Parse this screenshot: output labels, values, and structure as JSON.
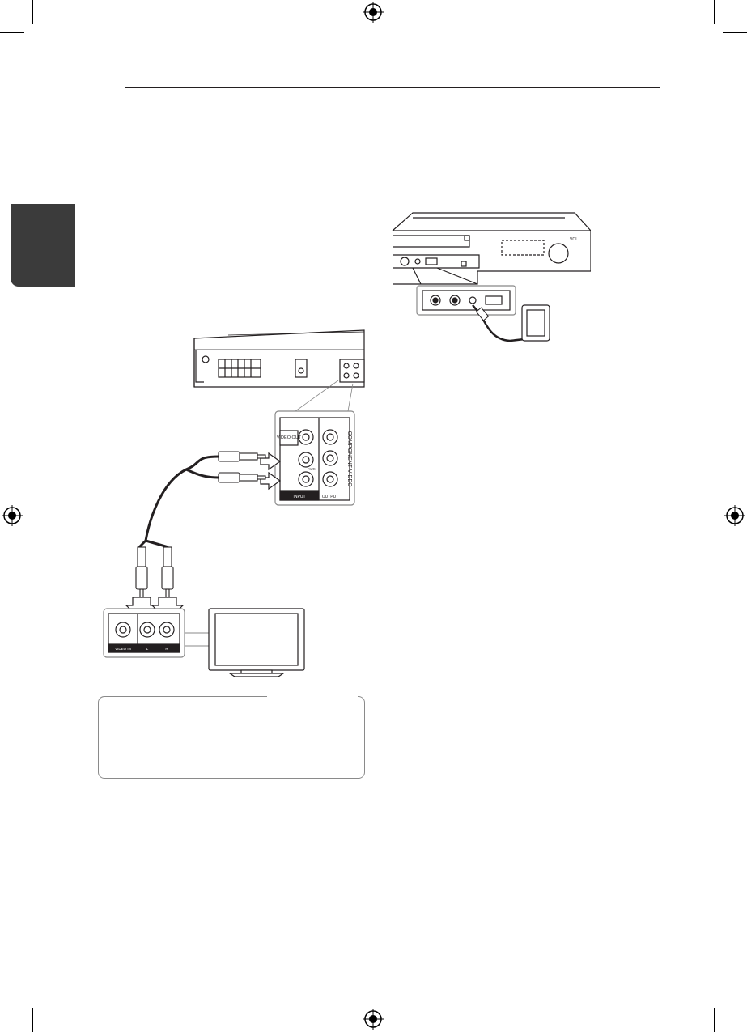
{
  "figure_left": {
    "input_panel": {
      "video_out": "VIDEO OUT",
      "aux": "AUX",
      "input": "INPUT",
      "output": "OUTPUT",
      "component_video": "COMPONENT VIDEO"
    },
    "tv_panel": {
      "video_in": "VIDEO IN",
      "left": "L",
      "right": "R"
    }
  },
  "figure_right": {
    "vol_label": "VOL."
  },
  "colors": {
    "side_tab": "#3b3b3b",
    "ink": "#231f20",
    "label_bar": "#231f20"
  }
}
